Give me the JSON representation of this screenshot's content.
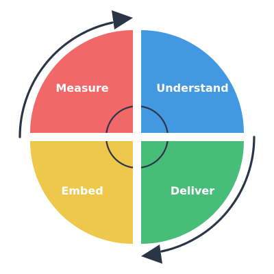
{
  "diagram": {
    "quadrants": [
      {
        "id": "measure",
        "label": "Measure",
        "color": "#F26767"
      },
      {
        "id": "understand",
        "label": "Understand",
        "color": "#4399E1"
      },
      {
        "id": "embed",
        "label": "Embed",
        "color": "#EDC84B"
      },
      {
        "id": "deliver",
        "label": "Deliver",
        "color": "#48BD79"
      }
    ],
    "arrow_color": "#2B3547",
    "ring_color": "#2B3547",
    "gap_color": "#FFFFFF"
  }
}
